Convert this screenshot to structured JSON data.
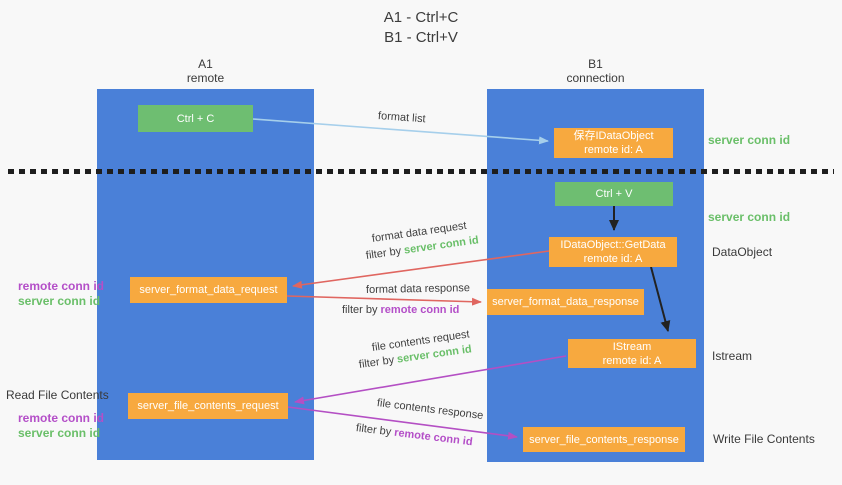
{
  "title": {
    "line1": "A1 - Ctrl+C",
    "line2": "B1 - Ctrl+V"
  },
  "lanes": {
    "left": {
      "name": "A1",
      "role": "remote"
    },
    "right": {
      "name": "B1",
      "role": "connection"
    }
  },
  "nodes": {
    "ctrl_c": "Ctrl + C",
    "save_obj_l1": "保存IDataObject",
    "save_obj_l2": "remote id: A",
    "ctrl_v": "Ctrl + V",
    "getdata_l1": "IDataObject::GetData",
    "getdata_l2": "remote id: A",
    "format_request": "server_format_data_request",
    "format_response": "server_format_data_response",
    "istream_l1": "IStream",
    "istream_l2": "remote id: A",
    "file_request": "server_file_contents_request",
    "file_response": "server_file_contents_response"
  },
  "edge_labels": {
    "format_list": "format list",
    "format_data_request": "format data request",
    "format_data_response": "format data response",
    "file_contents_request": "file contents request",
    "file_contents_response": "file contents response",
    "filter_by": "filter by ",
    "server_conn_id": "server conn id",
    "remote_conn_id": "remote conn id"
  },
  "side_labels": {
    "server_conn_id_right_1": "server conn id",
    "server_conn_id_right_2": "server conn id",
    "dataobject": "DataObject",
    "istream": "Istream",
    "write_file_contents": "Write File Contents",
    "read_file_contents": "Read File Contents",
    "remote_conn_id_left_1": "remote conn id",
    "server_conn_id_left_1": "server conn id",
    "remote_conn_id_left_2": "remote conn id",
    "server_conn_id_left_2": "server conn id"
  },
  "colors": {
    "background": "#f8f8f8",
    "lane_blue": "#4a80d8",
    "box_green": "#6ebe71",
    "box_orange": "#f7a93f",
    "arrow_light_blue": "#a6cfeb",
    "arrow_black": "#222222",
    "arrow_red": "#e06660",
    "arrow_magenta": "#b44fc4",
    "label_green": "#6abf69",
    "label_purple": "#b44fc8"
  }
}
